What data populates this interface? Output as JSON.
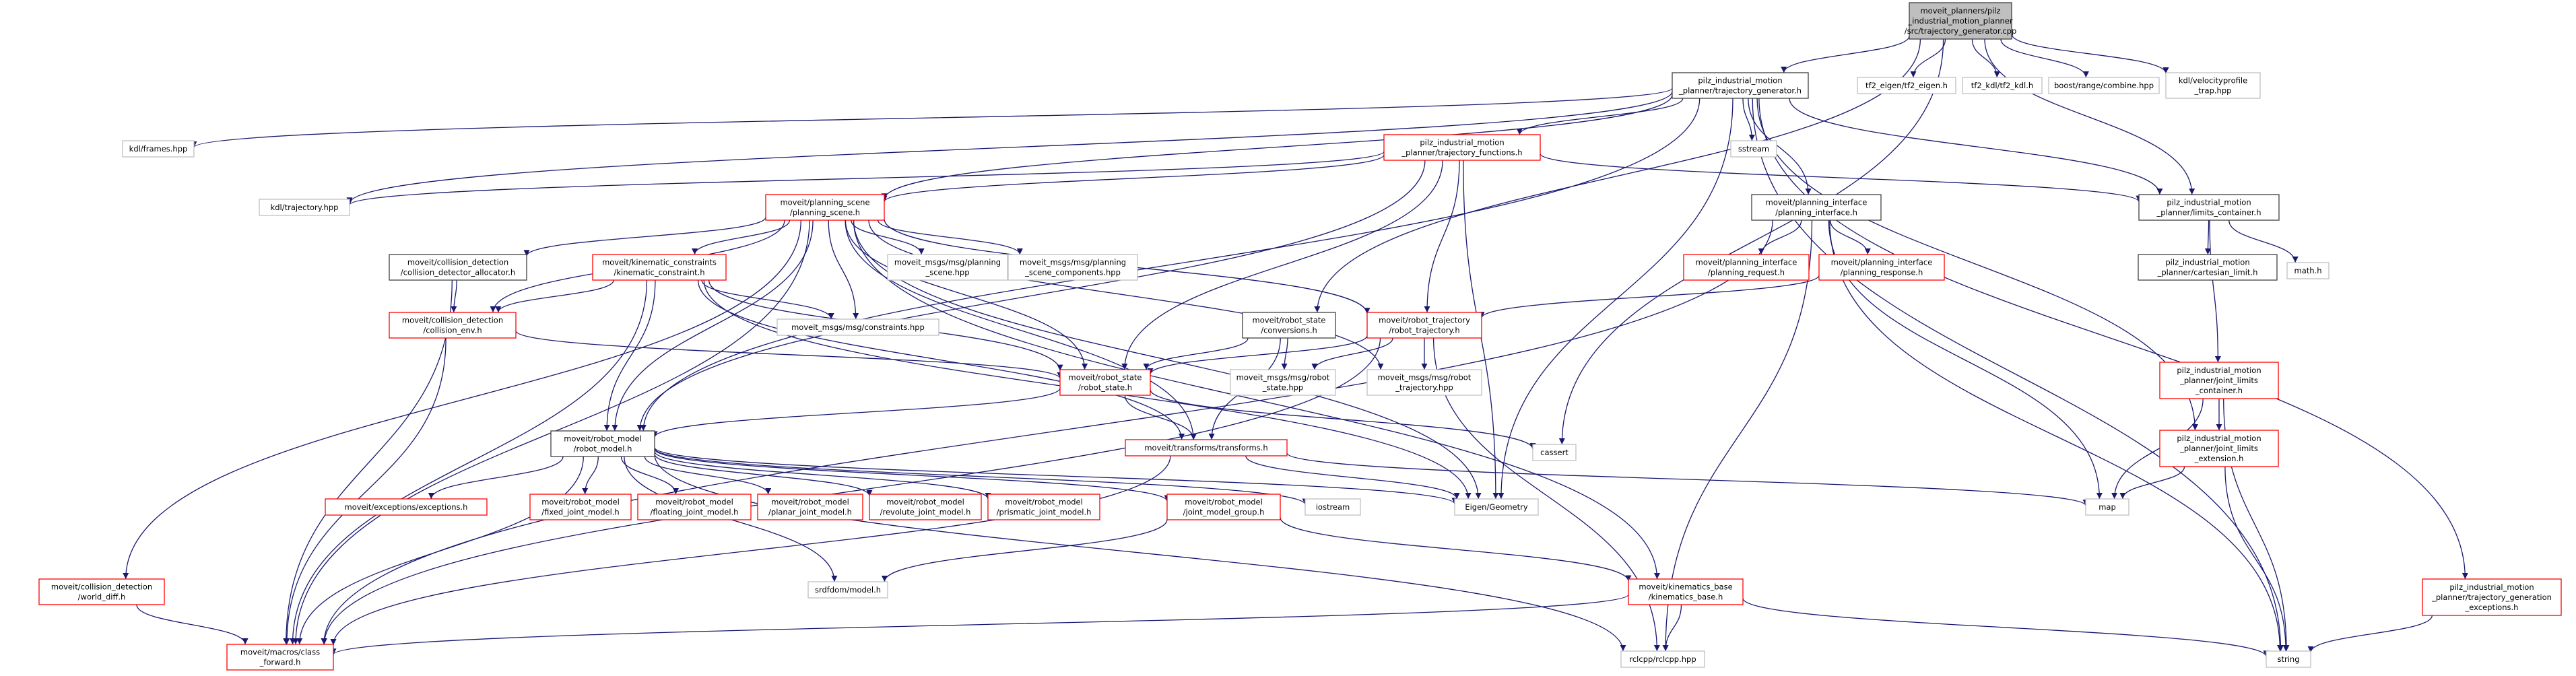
{
  "graph": {
    "colors": {
      "root_fill": "#bfbfbf",
      "root_border": "#404040",
      "doc_border": "#404040",
      "undoc_border": "#ff0000",
      "ext_border": "#bfbfbf",
      "edge": "#191970",
      "text": "#000000"
    },
    "nodes": [
      {
        "id": "n0",
        "kind": "root",
        "lines": [
          "moveit_planners/pilz",
          "_industrial_motion_planner",
          "/src/trajectory_generator.cpp"
        ]
      },
      {
        "id": "n1",
        "kind": "doc",
        "lines": [
          "pilz_industrial_motion",
          "_planner/trajectory_generator.h"
        ]
      },
      {
        "id": "n2",
        "kind": "ext",
        "lines": [
          "tf2_eigen/tf2_eigen.h"
        ]
      },
      {
        "id": "n3",
        "kind": "ext",
        "lines": [
          "tf2_kdl/tf2_kdl.h"
        ]
      },
      {
        "id": "n4",
        "kind": "ext",
        "lines": [
          "boost/range/combine.hpp"
        ]
      },
      {
        "id": "n5",
        "kind": "ext",
        "lines": [
          "kdl/velocityprofile",
          "_trap.hpp"
        ]
      },
      {
        "id": "n6",
        "kind": "ext",
        "lines": [
          "kdl/frames.hpp"
        ]
      },
      {
        "id": "n7",
        "kind": "ext",
        "lines": [
          "sstream"
        ]
      },
      {
        "id": "n8",
        "kind": "undoc",
        "lines": [
          "pilz_industrial_motion",
          "_planner/trajectory_functions.h"
        ]
      },
      {
        "id": "n9",
        "kind": "ext",
        "lines": [
          "kdl/trajectory.hpp"
        ]
      },
      {
        "id": "n10",
        "kind": "undoc",
        "lines": [
          "moveit/planning_scene",
          "/planning_scene.h"
        ]
      },
      {
        "id": "n11",
        "kind": "doc",
        "lines": [
          "moveit/planning_interface",
          "/planning_interface.h"
        ]
      },
      {
        "id": "n12",
        "kind": "doc",
        "lines": [
          "pilz_industrial_motion",
          "_planner/limits_container.h"
        ]
      },
      {
        "id": "n13",
        "kind": "doc",
        "lines": [
          "moveit/collision_detection",
          "/collision_detector_allocator.h"
        ]
      },
      {
        "id": "n14",
        "kind": "undoc",
        "lines": [
          "moveit/kinematic_constraints",
          "/kinematic_constraint.h"
        ]
      },
      {
        "id": "n15",
        "kind": "ext",
        "lines": [
          "moveit_msgs/msg/planning",
          "_scene.hpp"
        ]
      },
      {
        "id": "n16",
        "kind": "ext",
        "lines": [
          "moveit_msgs/msg/planning",
          "_scene_components.hpp"
        ]
      },
      {
        "id": "n17",
        "kind": "undoc",
        "lines": [
          "moveit/planning_interface",
          "/planning_request.h"
        ]
      },
      {
        "id": "n18",
        "kind": "undoc",
        "lines": [
          "moveit/planning_interface",
          "/planning_response.h"
        ]
      },
      {
        "id": "n19",
        "kind": "doc",
        "lines": [
          "pilz_industrial_motion",
          "_planner/cartesian_limit.h"
        ]
      },
      {
        "id": "n20",
        "kind": "ext",
        "lines": [
          "math.h"
        ]
      },
      {
        "id": "n21",
        "kind": "undoc",
        "lines": [
          "moveit/collision_detection",
          "/collision_env.h"
        ]
      },
      {
        "id": "n22",
        "kind": "ext",
        "lines": [
          "moveit_msgs/msg/constraints.hpp"
        ]
      },
      {
        "id": "n23",
        "kind": "doc",
        "lines": [
          "moveit/robot_state",
          "/conversions.h"
        ]
      },
      {
        "id": "n24",
        "kind": "undoc",
        "lines": [
          "moveit/robot_trajectory",
          "/robot_trajectory.h"
        ]
      },
      {
        "id": "n25",
        "kind": "undoc",
        "lines": [
          "moveit/robot_state",
          "/robot_state.h"
        ]
      },
      {
        "id": "n26",
        "kind": "ext",
        "lines": [
          "moveit_msgs/msg/robot",
          "_state.hpp"
        ]
      },
      {
        "id": "n27",
        "kind": "ext",
        "lines": [
          "moveit_msgs/msg/robot",
          "_trajectory.hpp"
        ]
      },
      {
        "id": "n28",
        "kind": "undoc",
        "lines": [
          "pilz_industrial_motion",
          "_planner/joint_limits",
          "_container.h"
        ]
      },
      {
        "id": "n29",
        "kind": "ext",
        "lines": [
          "cassert"
        ]
      },
      {
        "id": "n30",
        "kind": "doc",
        "lines": [
          "moveit/robot_model",
          "/robot_model.h"
        ]
      },
      {
        "id": "n31",
        "kind": "undoc",
        "lines": [
          "moveit/transforms/transforms.h"
        ]
      },
      {
        "id": "n32",
        "kind": "undoc",
        "lines": [
          "pilz_industrial_motion",
          "_planner/joint_limits",
          "_extension.h"
        ]
      },
      {
        "id": "n33",
        "kind": "undoc",
        "lines": [
          "moveit/exceptions/exceptions.h"
        ]
      },
      {
        "id": "n34",
        "kind": "undoc",
        "lines": [
          "moveit/robot_model",
          "/fixed_joint_model.h"
        ]
      },
      {
        "id": "n35",
        "kind": "undoc",
        "lines": [
          "moveit/robot_model",
          "/floating_joint_model.h"
        ]
      },
      {
        "id": "n36",
        "kind": "undoc",
        "lines": [
          "moveit/robot_model",
          "/planar_joint_model.h"
        ]
      },
      {
        "id": "n37",
        "kind": "undoc",
        "lines": [
          "moveit/robot_model",
          "/revolute_joint_model.h"
        ]
      },
      {
        "id": "n38",
        "kind": "undoc",
        "lines": [
          "moveit/robot_model",
          "/prismatic_joint_model.h"
        ]
      },
      {
        "id": "n39",
        "kind": "undoc",
        "lines": [
          "moveit/robot_model",
          "/joint_model_group.h"
        ]
      },
      {
        "id": "n40",
        "kind": "ext",
        "lines": [
          "iostream"
        ]
      },
      {
        "id": "n41",
        "kind": "ext",
        "lines": [
          "Eigen/Geometry"
        ]
      },
      {
        "id": "n42",
        "kind": "ext",
        "lines": [
          "map"
        ]
      },
      {
        "id": "n43",
        "kind": "undoc",
        "lines": [
          "moveit/collision_detection",
          "/world_diff.h"
        ]
      },
      {
        "id": "n44",
        "kind": "ext",
        "lines": [
          "srdfdom/model.h"
        ]
      },
      {
        "id": "n45",
        "kind": "undoc",
        "lines": [
          "moveit/kinematics_base",
          "/kinematics_base.h"
        ]
      },
      {
        "id": "n46",
        "kind": "undoc",
        "lines": [
          "pilz_industrial_motion",
          "_planner/trajectory_generation",
          "_exceptions.h"
        ]
      },
      {
        "id": "n47",
        "kind": "undoc",
        "lines": [
          "moveit/macros/class",
          "_forward.h"
        ]
      },
      {
        "id": "n48",
        "kind": "ext",
        "lines": [
          "rclcpp/rclcpp.hpp"
        ]
      },
      {
        "id": "n49",
        "kind": "ext",
        "lines": [
          "string"
        ]
      }
    ],
    "edges": [
      [
        "n0",
        "n1"
      ],
      [
        "n0",
        "n2"
      ],
      [
        "n0",
        "n3"
      ],
      [
        "n0",
        "n4"
      ],
      [
        "n0",
        "n5"
      ],
      [
        "n0",
        "n12"
      ],
      [
        "n0",
        "n23"
      ],
      [
        "n0",
        "n29"
      ],
      [
        "n1",
        "n6"
      ],
      [
        "n1",
        "n7"
      ],
      [
        "n1",
        "n8"
      ],
      [
        "n1",
        "n9"
      ],
      [
        "n1",
        "n10"
      ],
      [
        "n1",
        "n11"
      ],
      [
        "n1",
        "n12"
      ],
      [
        "n1",
        "n30"
      ],
      [
        "n1",
        "n41"
      ],
      [
        "n1",
        "n32"
      ],
      [
        "n1",
        "n46"
      ],
      [
        "n1",
        "n49"
      ],
      [
        "n8",
        "n9"
      ],
      [
        "n8",
        "n10"
      ],
      [
        "n8",
        "n12"
      ],
      [
        "n8",
        "n24"
      ],
      [
        "n8",
        "n25"
      ],
      [
        "n8",
        "n41"
      ],
      [
        "n8",
        "n30"
      ],
      [
        "n10",
        "n13"
      ],
      [
        "n10",
        "n14"
      ],
      [
        "n10",
        "n15"
      ],
      [
        "n10",
        "n16"
      ],
      [
        "n10",
        "n21"
      ],
      [
        "n10",
        "n22"
      ],
      [
        "n10",
        "n24"
      ],
      [
        "n10",
        "n25"
      ],
      [
        "n10",
        "n30"
      ],
      [
        "n10",
        "n31"
      ],
      [
        "n10",
        "n43"
      ],
      [
        "n10",
        "n47"
      ],
      [
        "n10",
        "n45"
      ],
      [
        "n10",
        "n27"
      ],
      [
        "n10",
        "n41"
      ],
      [
        "n11",
        "n17"
      ],
      [
        "n11",
        "n18"
      ],
      [
        "n11",
        "n47"
      ],
      [
        "n11",
        "n48"
      ],
      [
        "n11",
        "n42"
      ],
      [
        "n11",
        "n49"
      ],
      [
        "n12",
        "n19"
      ],
      [
        "n12",
        "n20"
      ],
      [
        "n12",
        "n28"
      ],
      [
        "n13",
        "n21"
      ],
      [
        "n13",
        "n47"
      ],
      [
        "n14",
        "n21"
      ],
      [
        "n14",
        "n22"
      ],
      [
        "n14",
        "n25"
      ],
      [
        "n14",
        "n30"
      ],
      [
        "n14",
        "n31"
      ],
      [
        "n14",
        "n41"
      ],
      [
        "n14",
        "n47"
      ],
      [
        "n18",
        "n24"
      ],
      [
        "n21",
        "n25"
      ],
      [
        "n21",
        "n47"
      ],
      [
        "n23",
        "n25"
      ],
      [
        "n23",
        "n26"
      ],
      [
        "n23",
        "n31"
      ],
      [
        "n24",
        "n25"
      ],
      [
        "n24",
        "n26"
      ],
      [
        "n24",
        "n27"
      ],
      [
        "n24",
        "n47"
      ],
      [
        "n24",
        "n48"
      ],
      [
        "n25",
        "n29"
      ],
      [
        "n25",
        "n30"
      ],
      [
        "n25",
        "n31"
      ],
      [
        "n28",
        "n32"
      ],
      [
        "n28",
        "n42"
      ],
      [
        "n28",
        "n49"
      ],
      [
        "n30",
        "n33"
      ],
      [
        "n30",
        "n34"
      ],
      [
        "n30",
        "n35"
      ],
      [
        "n30",
        "n36"
      ],
      [
        "n30",
        "n37"
      ],
      [
        "n30",
        "n38"
      ],
      [
        "n30",
        "n39"
      ],
      [
        "n30",
        "n40"
      ],
      [
        "n30",
        "n41"
      ],
      [
        "n30",
        "n44"
      ],
      [
        "n30",
        "n47"
      ],
      [
        "n30",
        "n48"
      ],
      [
        "n31",
        "n41"
      ],
      [
        "n31",
        "n42"
      ],
      [
        "n31",
        "n47"
      ],
      [
        "n32",
        "n42"
      ],
      [
        "n32",
        "n49"
      ],
      [
        "n39",
        "n45"
      ],
      [
        "n39",
        "n44"
      ],
      [
        "n43",
        "n47"
      ],
      [
        "n45",
        "n47"
      ],
      [
        "n45",
        "n48"
      ],
      [
        "n45",
        "n49"
      ],
      [
        "n46",
        "n49"
      ]
    ]
  }
}
